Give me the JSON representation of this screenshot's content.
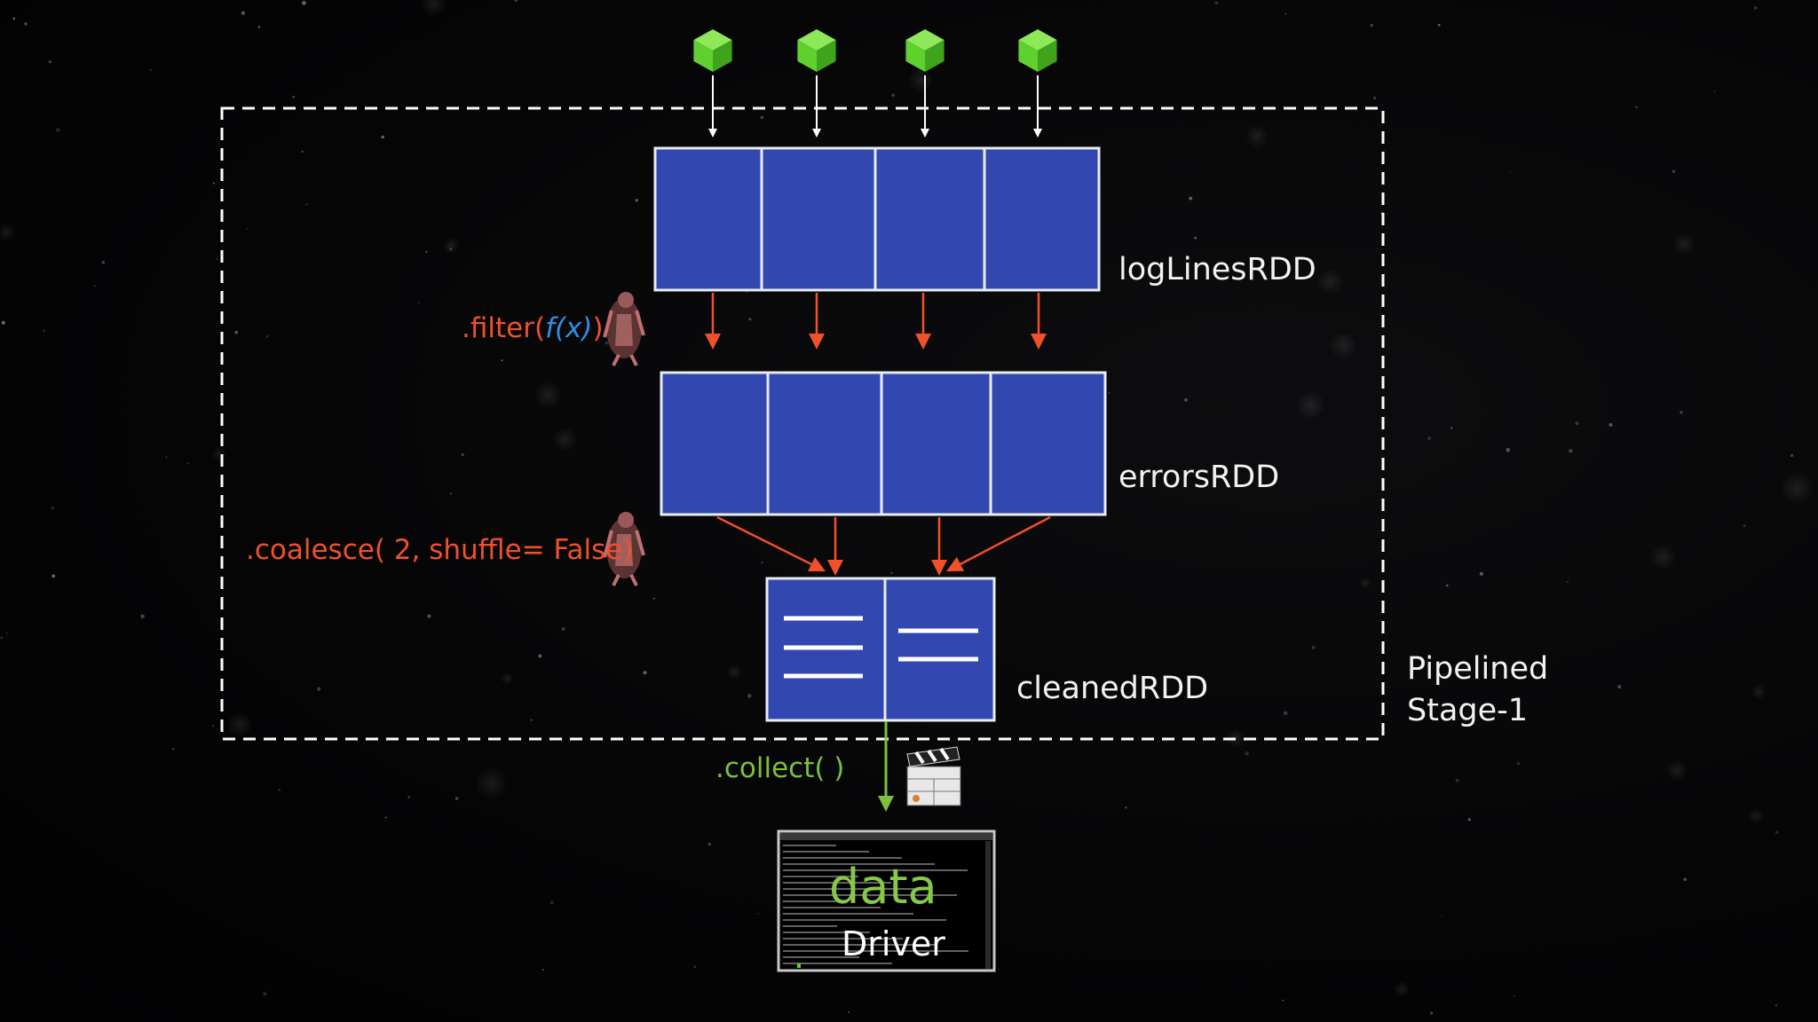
{
  "colors": {
    "partition_fill": "#3248b0",
    "partition_border": "#e8ecf5",
    "input_arrow": "#ffffff",
    "filter_arrow": "#f0502a",
    "collect_arrow": "#7cc03d",
    "hdfs_block": "#5fd12e",
    "stage_border": "#ffffff"
  },
  "diagram": {
    "rdds": [
      {
        "name": "logLinesRDD",
        "partitions": 4
      },
      {
        "name": "errorsRDD",
        "partitions": 4
      },
      {
        "name": "cleanedRDD",
        "partitions": 2
      }
    ],
    "operations": {
      "filter_prefix": ".filter(",
      "filter_fx": "f(x)",
      "filter_suffix": ")",
      "coalesce": ".coalesce( 2, shuffle= False)",
      "collect": ".collect(  )"
    },
    "stage": {
      "line1": "Pipelined",
      "line2": "Stage-1"
    },
    "driver": {
      "data_label": "data",
      "name": "Driver"
    },
    "icons": {
      "input_block": "hdfs-block-icon",
      "transformation": "robot-icon",
      "action": "clapperboard-icon",
      "terminal": "spark-shell-terminal-icon"
    }
  }
}
